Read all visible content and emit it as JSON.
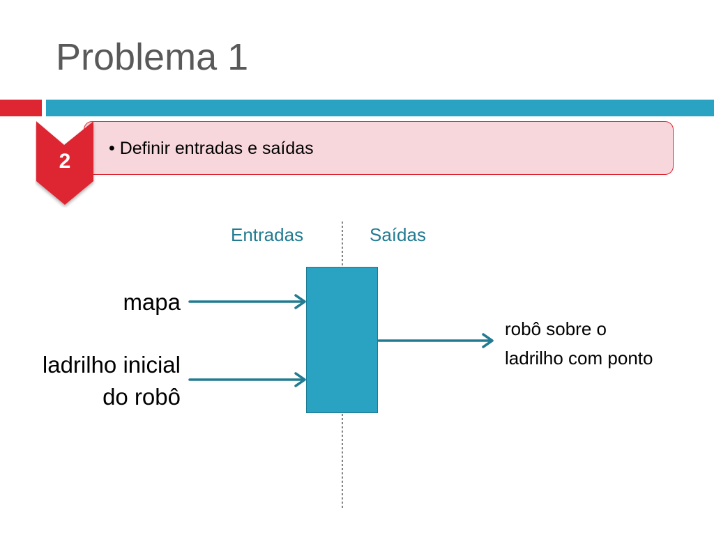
{
  "slide": {
    "title": "Problema 1"
  },
  "step": {
    "number": "2",
    "bullet": "• Definir entradas e saídas"
  },
  "diagram": {
    "inputs_heading": "Entradas",
    "outputs_heading": "Saídas",
    "inputs": [
      {
        "label_line1": "mapa",
        "label_line2": ""
      },
      {
        "label_line1": "ladrilho inicial",
        "label_line2": "do robô"
      }
    ],
    "output": {
      "label_line1": "robô sobre o",
      "label_line2": "ladrilho com ponto"
    }
  },
  "colors": {
    "accent_red": "#dd2631",
    "accent_blue": "#2aa2c2",
    "arrow_teal": "#227b91",
    "step_fill": "#f8d7dc",
    "title_gray": "#595959"
  }
}
